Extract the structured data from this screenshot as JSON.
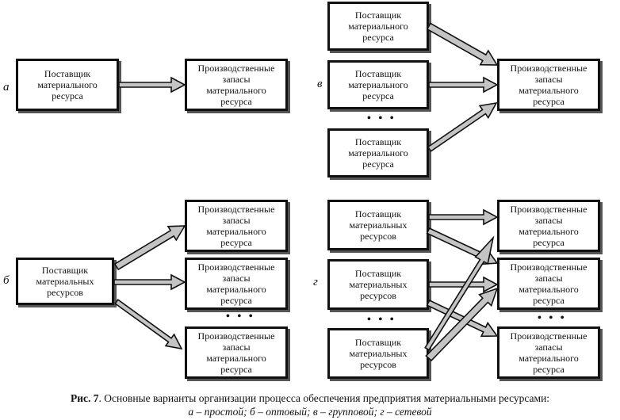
{
  "labels": {
    "a": "а",
    "b": "б",
    "v": "в",
    "g": "г"
  },
  "supplier_single": "Поставщик\nматериального\nресурса",
  "supplier_plural": "Поставщик\nматериальных\nресурсов",
  "stock": "Производственные\nзапасы\nматериального\nресурса",
  "dots": "• • •",
  "caption": {
    "prefix": "Рис. 7",
    "title": ". Основные варианты организации процесса обеспечения предприятия материальными ресурсами:",
    "legend": "а – простой; б – оптовый; в – групповой; г – сетевой"
  }
}
